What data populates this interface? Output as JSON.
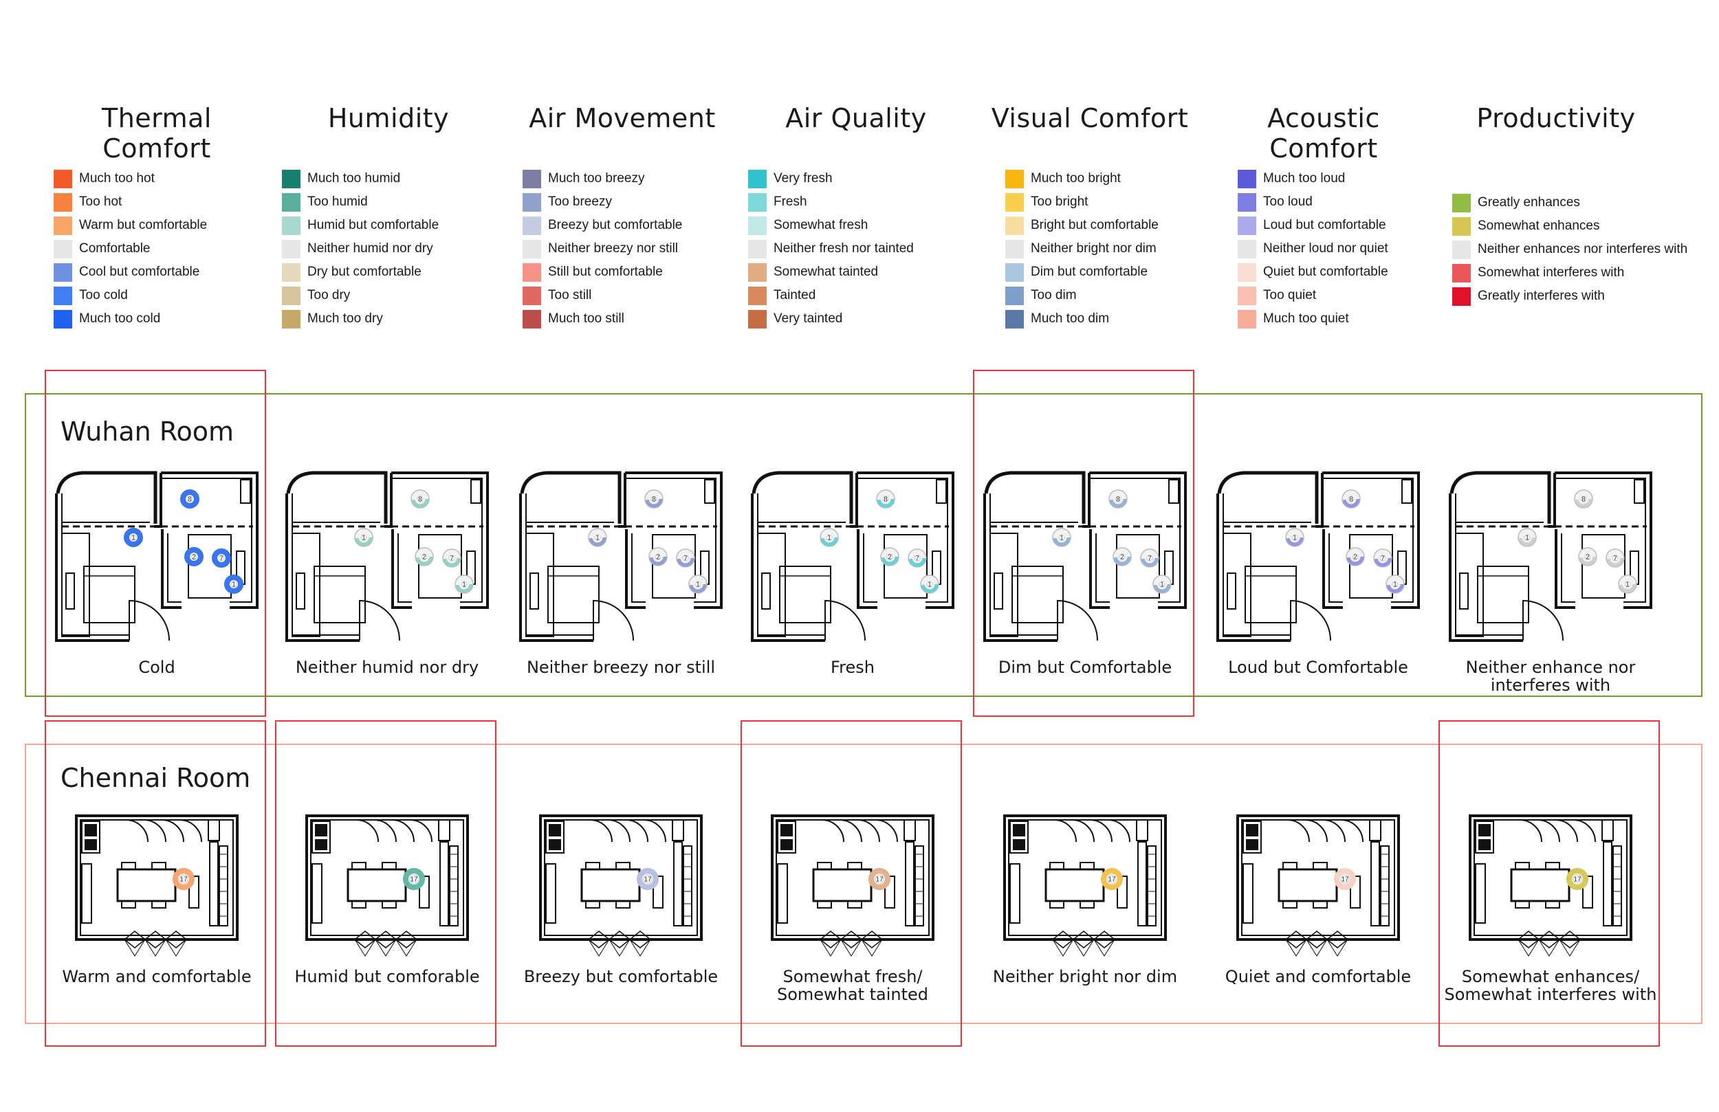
{
  "legend": [
    {
      "title": "Thermal Comfort",
      "items": [
        {
          "label": "Much too hot",
          "color": "#f25a28"
        },
        {
          "label": "Too hot",
          "color": "#f8823f"
        },
        {
          "label": "Warm but comfortable",
          "color": "#f9a766"
        },
        {
          "label": "Comfortable",
          "color": "#e6e6e6"
        },
        {
          "label": "Cool but comfortable",
          "color": "#6f93e0"
        },
        {
          "label": "Too cold",
          "color": "#3f7ef3"
        },
        {
          "label": "Much too cold",
          "color": "#1f62ef"
        }
      ]
    },
    {
      "title": "Humidity",
      "items": [
        {
          "label": "Much too humid",
          "color": "#187e6e"
        },
        {
          "label": "Too humid",
          "color": "#5aae9c"
        },
        {
          "label": "Humid but comfortable",
          "color": "#a9d8cf"
        },
        {
          "label": "Neither humid nor dry",
          "color": "#e6e6e6"
        },
        {
          "label": "Dry but comfortable",
          "color": "#e5d9bd"
        },
        {
          "label": "Too dry",
          "color": "#d6c59d"
        },
        {
          "label": "Much too dry",
          "color": "#c4a96a"
        }
      ]
    },
    {
      "title": "Air Movement",
      "items": [
        {
          "label": "Much too breezy",
          "color": "#7a7da4"
        },
        {
          "label": "Too breezy",
          "color": "#8fa2cc"
        },
        {
          "label": "Breezy but comfortable",
          "color": "#c5cde4"
        },
        {
          "label": "Neither breezy nor still",
          "color": "#e6e6e6"
        },
        {
          "label": "Still but comfortable",
          "color": "#f69388"
        },
        {
          "label": "Too still",
          "color": "#de6a63"
        },
        {
          "label": "Much too still",
          "color": "#bd4d4d"
        }
      ]
    },
    {
      "title": "Air Quality",
      "items": [
        {
          "label": "Very fresh",
          "color": "#33c3cc"
        },
        {
          "label": "Fresh",
          "color": "#7fd8d8"
        },
        {
          "label": "Somewhat fresh",
          "color": "#bfe8e6"
        },
        {
          "label": "Neither fresh nor tainted",
          "color": "#e6e6e6"
        },
        {
          "label": "Somewhat tainted",
          "color": "#e2ac84"
        },
        {
          "label": "Tainted",
          "color": "#d88a5e"
        },
        {
          "label": "Very tainted",
          "color": "#c76e44"
        }
      ]
    },
    {
      "title": "Visual Comfort",
      "items": [
        {
          "label": "Much too bright",
          "color": "#f8b60f"
        },
        {
          "label": "Too bright",
          "color": "#fbcf4e"
        },
        {
          "label": "Bright but comfortable",
          "color": "#f8dfa1"
        },
        {
          "label": "Neither bright nor dim",
          "color": "#e6e6e6"
        },
        {
          "label": "Dim but comfortable",
          "color": "#abc5e2"
        },
        {
          "label": "Too dim",
          "color": "#7d9fc9"
        },
        {
          "label": "Much too dim",
          "color": "#5878a5"
        }
      ]
    },
    {
      "title": "Acoustic Comfort",
      "items": [
        {
          "label": "Much too loud",
          "color": "#5c5bd9"
        },
        {
          "label": "Too loud",
          "color": "#7f7fe2"
        },
        {
          "label": "Loud but comfortable",
          "color": "#aaaaec"
        },
        {
          "label": "Neither loud nor quiet",
          "color": "#e6e6e6"
        },
        {
          "label": "Quiet but comfortable",
          "color": "#fbdcd1"
        },
        {
          "label": "Too quiet",
          "color": "#fcc0b0"
        },
        {
          "label": "Much too quiet",
          "color": "#f9ad98"
        }
      ]
    },
    {
      "title": "Productivity",
      "items": [
        {
          "label": "Greatly enhances",
          "color": "#91bd44"
        },
        {
          "label": "Somewhat enhances",
          "color": "#d4c650"
        },
        {
          "label": "Neither enhances nor interferes with",
          "color": "#e6e6e6"
        },
        {
          "label": "Somewhat interferes with",
          "color": "#e9575a"
        },
        {
          "label": "Greatly interferes with",
          "color": "#e2112b"
        }
      ]
    }
  ],
  "wuhan": {
    "title": "Wuhan Room",
    "frame_color": "#6f9a2f",
    "panels": [
      {
        "caption": "Cold",
        "color": "#2f6fe9",
        "highlighted": true
      },
      {
        "caption": "Neither humid nor dry",
        "color": "#8ed0c3",
        "highlighted": false
      },
      {
        "caption": "Neither breezy nor still",
        "color": "#8b9bd0",
        "highlighted": false
      },
      {
        "caption": "Fresh",
        "color": "#5fd0d3",
        "highlighted": false
      },
      {
        "caption": "Dim but Comfortable",
        "color": "#8eafd6",
        "highlighted": true
      },
      {
        "caption": "Loud but Comfortable",
        "color": "#8f8fe4",
        "highlighted": false
      },
      {
        "caption": "Neither enhance nor interferes with",
        "color": "#cccccc",
        "highlighted": false
      }
    ],
    "sensors": [
      "8",
      "1",
      "2",
      "7",
      "1"
    ]
  },
  "chennai": {
    "title": "Chennai Room",
    "frame_color": "#f2a98f",
    "panels": [
      {
        "caption": "Warm and comfortable",
        "color": "#f5a26a",
        "highlighted": true
      },
      {
        "caption": "Humid but comforable",
        "color": "#5fb4a2",
        "highlighted": true
      },
      {
        "caption": "Breezy but comfortable",
        "color": "#b3bee0",
        "highlighted": false
      },
      {
        "caption": "Somewhat fresh/\nSomewhat tainted",
        "color": "#e0ad88",
        "highlighted": true
      },
      {
        "caption": "Neither bright nor dim",
        "color": "#f0c04a",
        "highlighted": false
      },
      {
        "caption": "Quiet and comfortable",
        "color": "#f8cfc2",
        "highlighted": false
      },
      {
        "caption": "Somewhat enhances/\nSomewhat interferes with",
        "color": "#d4c650",
        "highlighted": true
      }
    ],
    "sensors": [
      "17"
    ]
  }
}
